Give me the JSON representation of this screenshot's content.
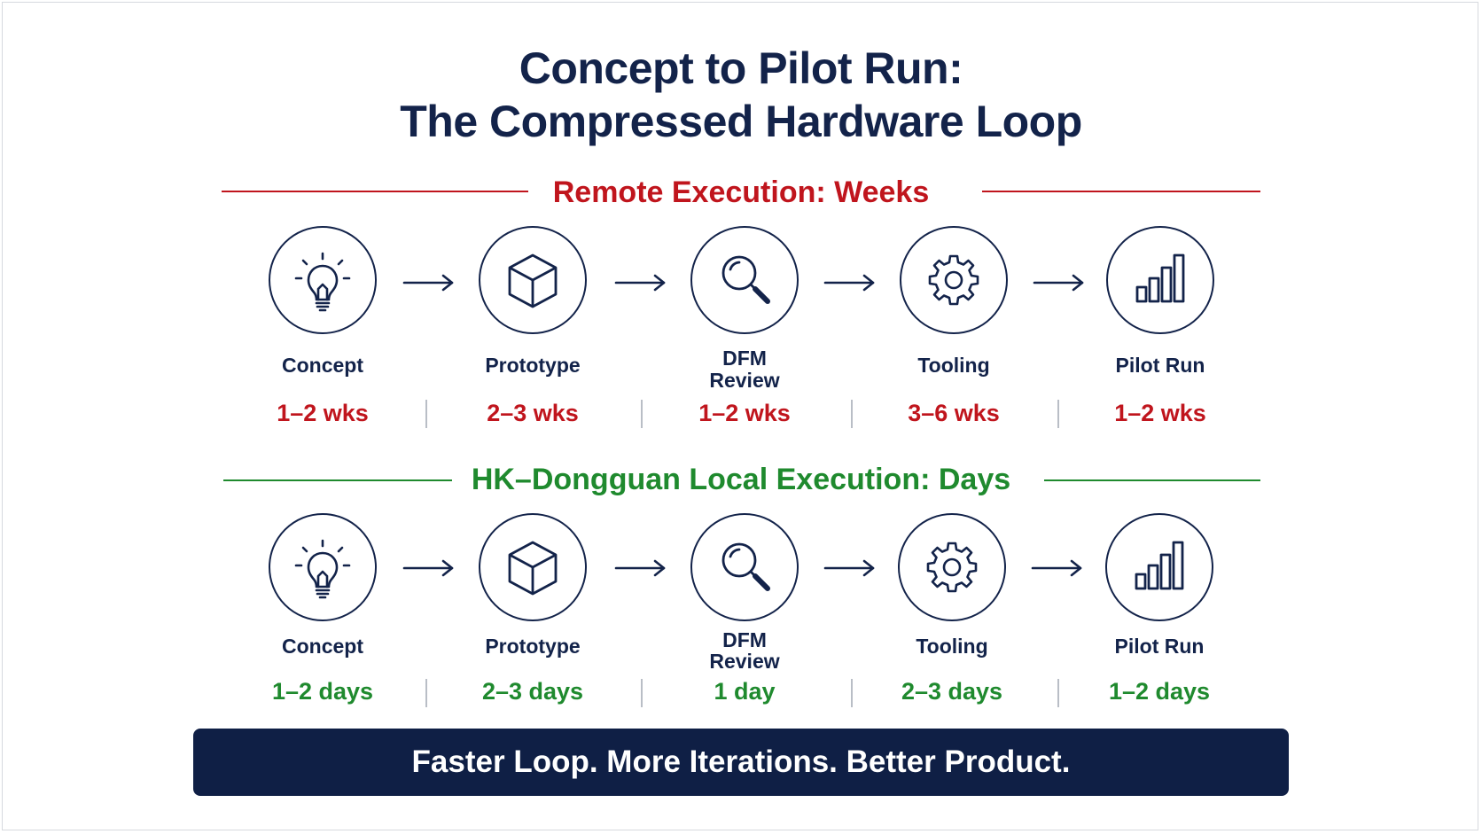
{
  "title": {
    "line1": "Concept to Pilot Run:",
    "line2": "The Compressed Hardware Loop"
  },
  "colors": {
    "navy": "#13234a",
    "red": "#c0151d",
    "green": "#1f8a2e",
    "banner": "#0f1f45"
  },
  "remote": {
    "heading": "Remote Execution: Weeks",
    "steps": [
      {
        "icon": "lightbulb-icon",
        "label": "Concept",
        "duration": "1–2 wks"
      },
      {
        "icon": "cube-icon",
        "label": "Prototype",
        "duration": "2–3 wks"
      },
      {
        "icon": "magnifier-icon",
        "label_line1": "DFM",
        "label_line2": "Review",
        "duration": "1–2 wks"
      },
      {
        "icon": "gear-icon",
        "label": "Tooling",
        "duration": "3–6 wks"
      },
      {
        "icon": "bar-chart-icon",
        "label": "Pilot Run",
        "duration": "1–2 wks"
      }
    ]
  },
  "local": {
    "heading": "HK–Dongguan Local Execution: Days",
    "steps": [
      {
        "icon": "lightbulb-icon",
        "label": "Concept",
        "duration": "1–2 days"
      },
      {
        "icon": "cube-icon",
        "label": "Prototype",
        "duration": "2–3 days"
      },
      {
        "icon": "magnifier-icon",
        "label_line1": "DFM",
        "label_line2": "Review",
        "duration": "1 day"
      },
      {
        "icon": "gear-icon",
        "label": "Tooling",
        "duration": "2–3 days"
      },
      {
        "icon": "bar-chart-icon",
        "label": "Pilot Run",
        "duration": "1–2 days"
      }
    ]
  },
  "banner": {
    "text": "Faster Loop. More Iterations. Better Product."
  }
}
